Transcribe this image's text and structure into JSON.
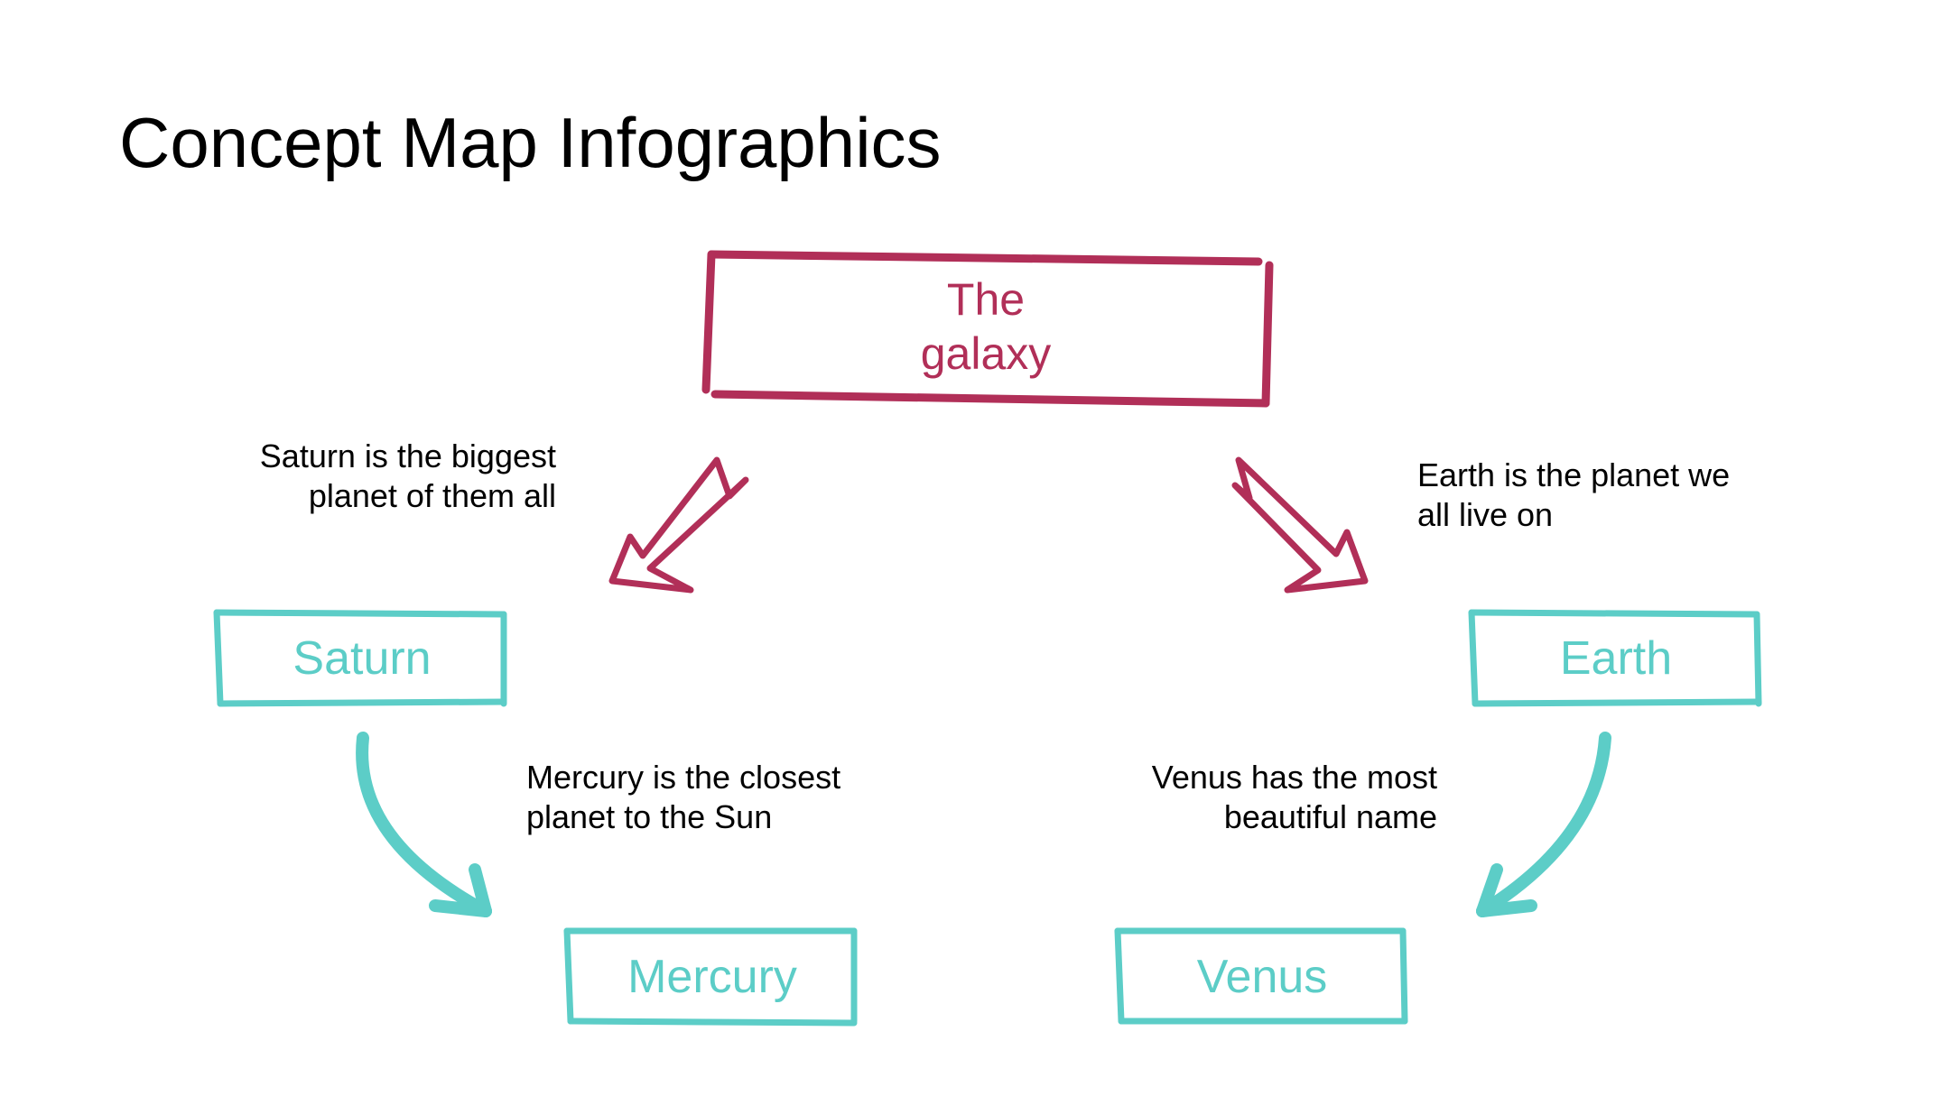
{
  "title": "Concept Map Infographics",
  "colors": {
    "primary": "#b12f58",
    "secondary": "#5ccdc7",
    "text": "#000000",
    "background": "#ffffff"
  },
  "central": {
    "line1": "The",
    "line2": "galaxy"
  },
  "nodes": {
    "saturn": "Saturn",
    "earth": "Earth",
    "mercury": "Mercury",
    "venus": "Venus"
  },
  "descriptions": {
    "saturn": [
      "Saturn is the biggest",
      "planet of them all"
    ],
    "earth": [
      "Earth is the planet we",
      "all live on"
    ],
    "mercury": [
      "Mercury is the closest",
      "planet to the Sun"
    ],
    "venus": [
      "Venus has the most",
      "beautiful name"
    ]
  },
  "edges": [
    {
      "from": "The galaxy",
      "to": "Saturn"
    },
    {
      "from": "The galaxy",
      "to": "Earth"
    },
    {
      "from": "Saturn",
      "to": "Mercury"
    },
    {
      "from": "Earth",
      "to": "Venus"
    }
  ]
}
